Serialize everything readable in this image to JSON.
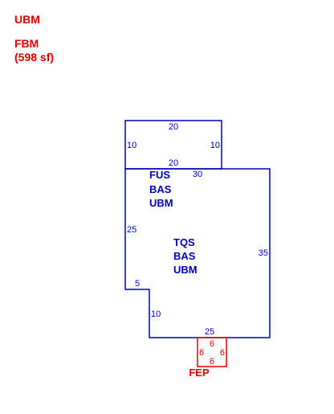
{
  "legend": {
    "top": "UBM",
    "fbm": "FBM",
    "sf": "(598 sf)"
  },
  "colors": {
    "main_stroke": "#0000bb",
    "porch_stroke": "#dd0000",
    "legend_text": "#dd0000"
  },
  "upper_section": {
    "top": "20",
    "left": "10",
    "right": "10",
    "bottom": "20",
    "labels": [
      "FUS",
      "BAS",
      "UBM"
    ]
  },
  "main_section": {
    "top": "30",
    "left": "25",
    "right": "35",
    "notch": "5",
    "lower_left": "10",
    "bottom": "25",
    "labels": [
      "TQS",
      "BAS",
      "UBM"
    ]
  },
  "porch": {
    "top": "6",
    "left": "6",
    "right": "6",
    "bottom": "6",
    "label": "FEP"
  }
}
